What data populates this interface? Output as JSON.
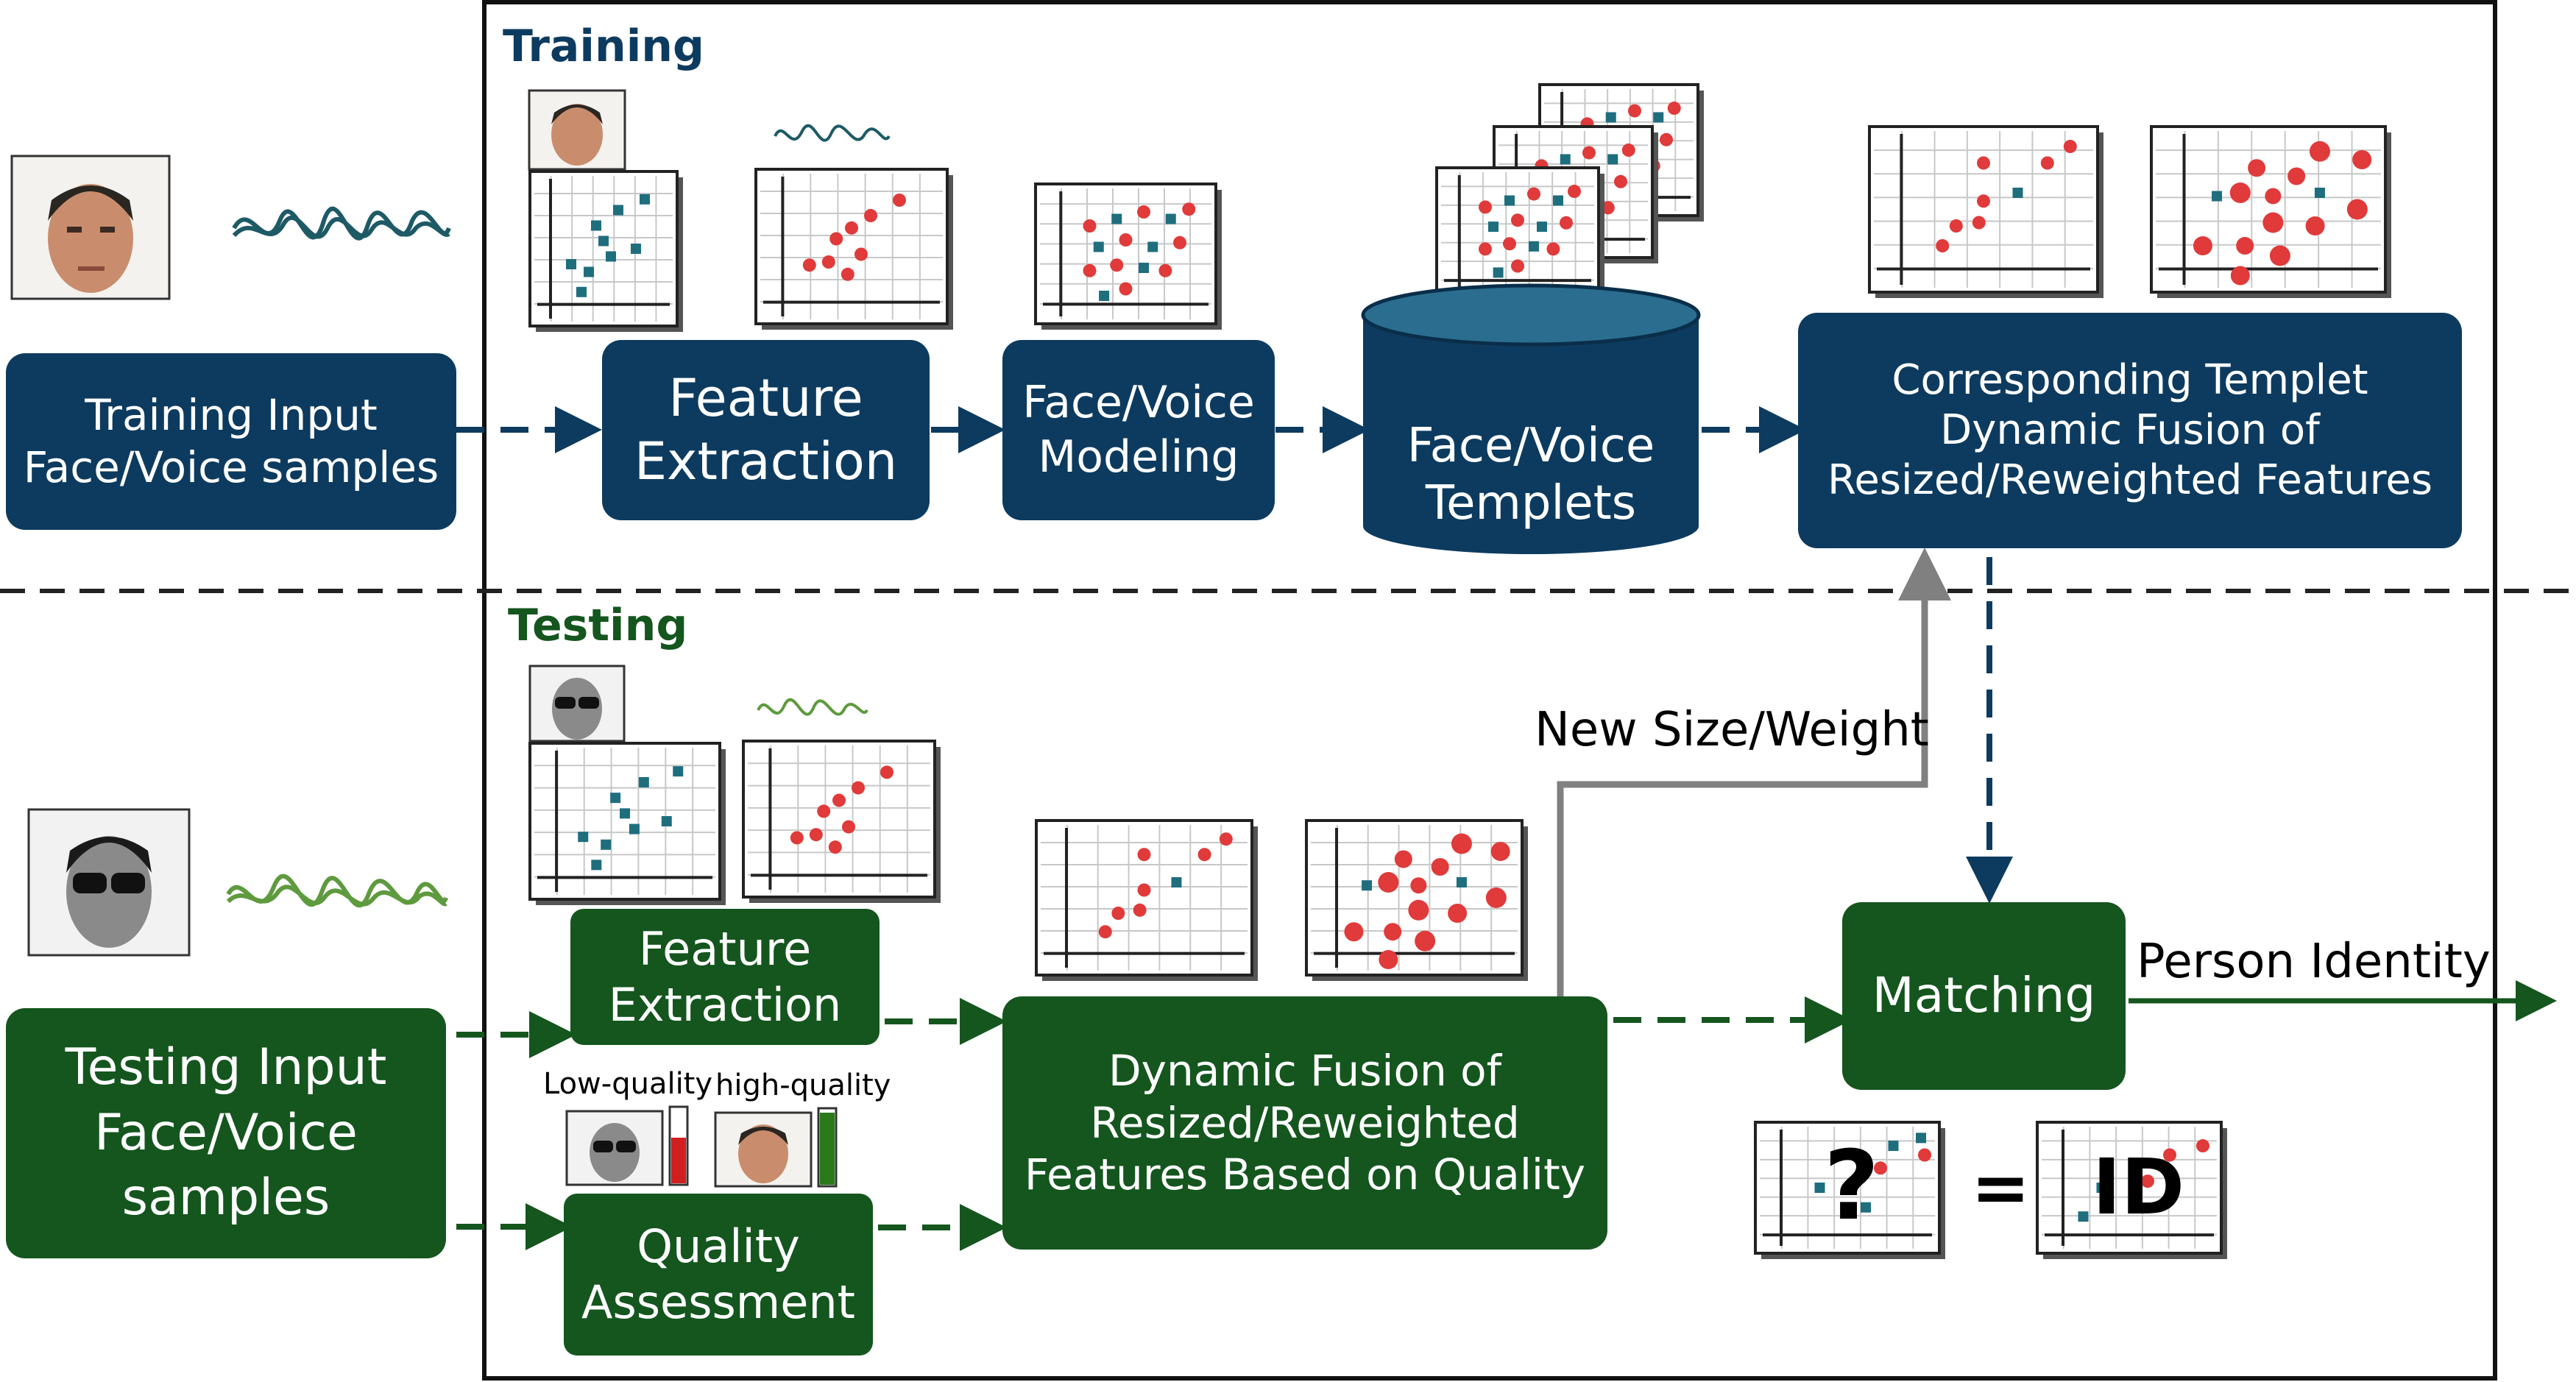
{
  "sections": {
    "training": "Training",
    "testing": "Testing"
  },
  "training": {
    "input_box": [
      "Training Input",
      "Face/Voice samples"
    ],
    "feature_extraction": [
      "Feature",
      "Extraction"
    ],
    "modeling": [
      "Face/Voice",
      "Modeling"
    ],
    "templets": [
      "Face/Voice",
      "Templets"
    ],
    "corresponding": [
      "Corresponding Templet",
      "Dynamic Fusion of",
      "Resized/Reweighted Features"
    ]
  },
  "testing": {
    "input_box": [
      "Testing Input",
      "Face/Voice",
      "samples"
    ],
    "feature_extraction": [
      "Feature",
      "Extraction"
    ],
    "quality_assessment": [
      "Quality",
      "Assessment"
    ],
    "dynamic_fusion": [
      "Dynamic Fusion of",
      "Resized/Reweighted",
      "Features Based on Quality"
    ],
    "matching": "Matching",
    "low_quality": "Low-quality",
    "high_quality": "high-quality",
    "new_size_weight": "New Size/Weight",
    "person_identity": "Person Identity",
    "question_mark": "?",
    "equals": "=",
    "id": "ID"
  },
  "colors": {
    "training_blue": "#0d3b5f",
    "testing_green": "#14561e",
    "teal_marker": "#1e6e7e",
    "red_marker": "#e03a3a",
    "arrow_gray": "#808080"
  }
}
